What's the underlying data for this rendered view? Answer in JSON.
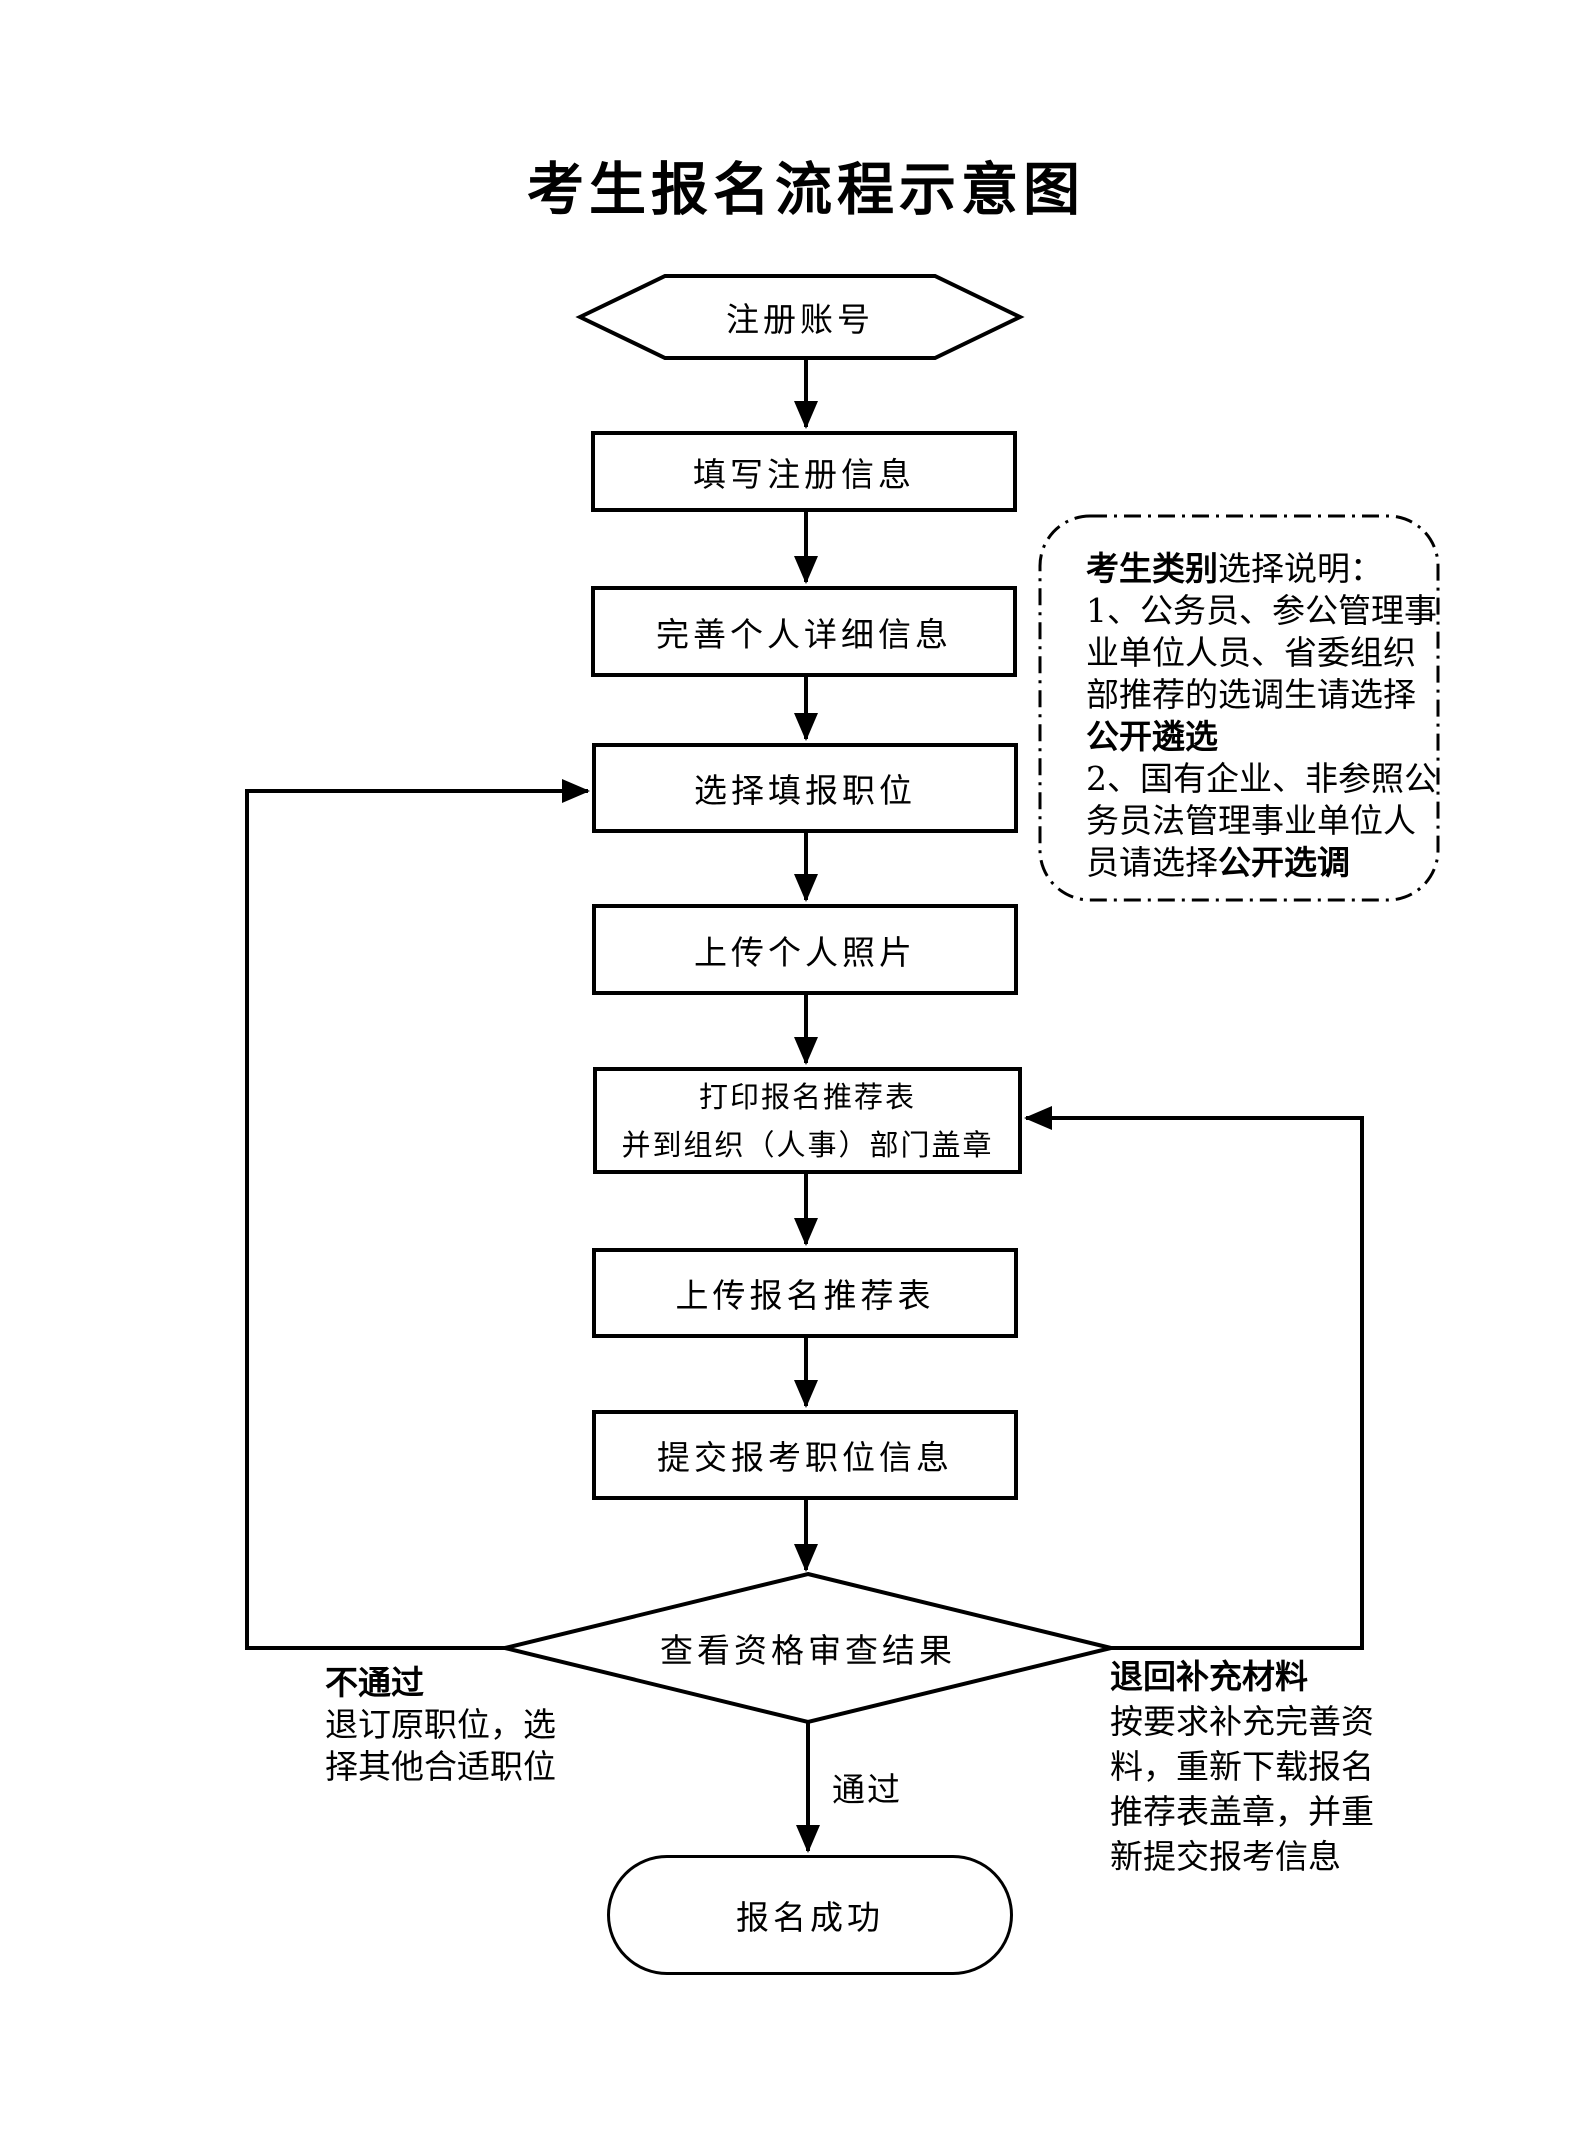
{
  "title": "考生报名流程示意图",
  "flow": {
    "start": "注册账号",
    "boxes": [
      {
        "label": "填写注册信息"
      },
      {
        "label": "完善个人详细信息"
      },
      {
        "label": "选择填报职位"
      },
      {
        "label": "上传个人照片"
      },
      {
        "label": "打印报名推荐表",
        "label2": "并到组织（人事）部门盖章"
      },
      {
        "label": "上传报名推荐表"
      },
      {
        "label": "提交报考职位信息"
      }
    ],
    "decision": "查看资格审查结果",
    "end": "报名成功"
  },
  "branches": {
    "pass_label": "通过",
    "fail": {
      "title": "不通过",
      "lines": [
        "退订原职位，选",
        "择其他合适职位"
      ]
    },
    "return": {
      "title": "退回补充材料",
      "lines": [
        "按要求补充完善资",
        "料，重新下载报名",
        "推荐表盖章，并重",
        "新提交报考信息"
      ]
    }
  },
  "note": {
    "heading_bold": "考生类别",
    "heading_rest": "选择说明：",
    "item1_lines": [
      "1、公务员、参公管理事",
      "业单位人员、省委组织",
      "部推荐的选调生请选择"
    ],
    "item1_bold": "公开遴选",
    "item2_lines": [
      "2、国有企业、非参照公",
      "务员法管理事业单位人"
    ],
    "item2_last_rest": "员请选择",
    "item2_bold": "公开选调"
  },
  "colors": {
    "ink": "#000000",
    "background": "#ffffff"
  }
}
